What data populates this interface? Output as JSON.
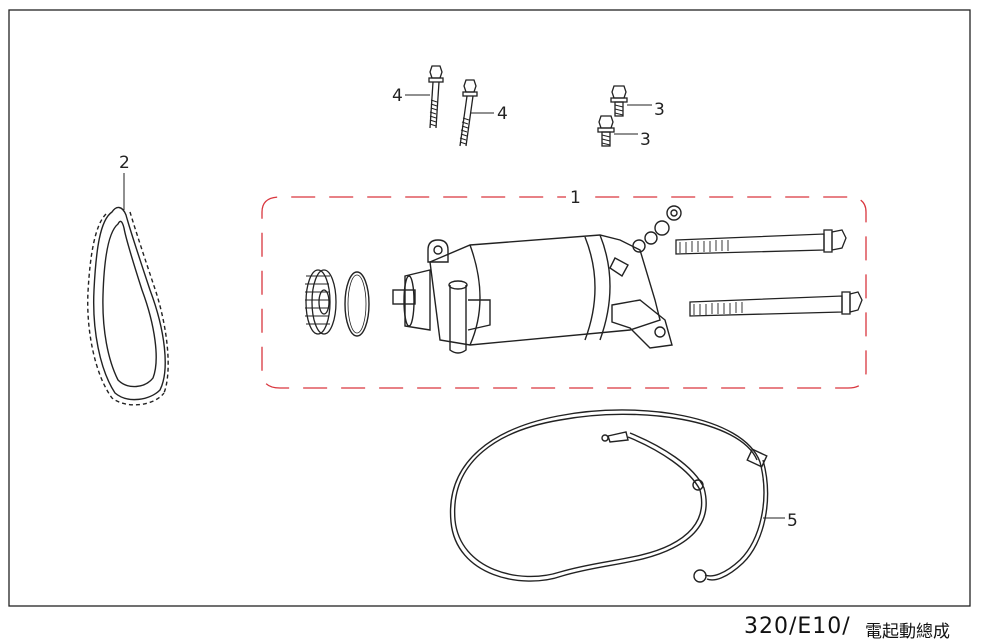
{
  "drawing": {
    "code": "320/E10/",
    "title": "電起動總成",
    "highlight_color": "#d9363e",
    "line_color": "#111111"
  },
  "callouts": {
    "starter_motor_assembly": "1",
    "chain": "2",
    "bolt_short_a": "3",
    "bolt_short_b": "3",
    "bolt_long_a": "4",
    "bolt_long_b": "4",
    "cable": "5"
  }
}
